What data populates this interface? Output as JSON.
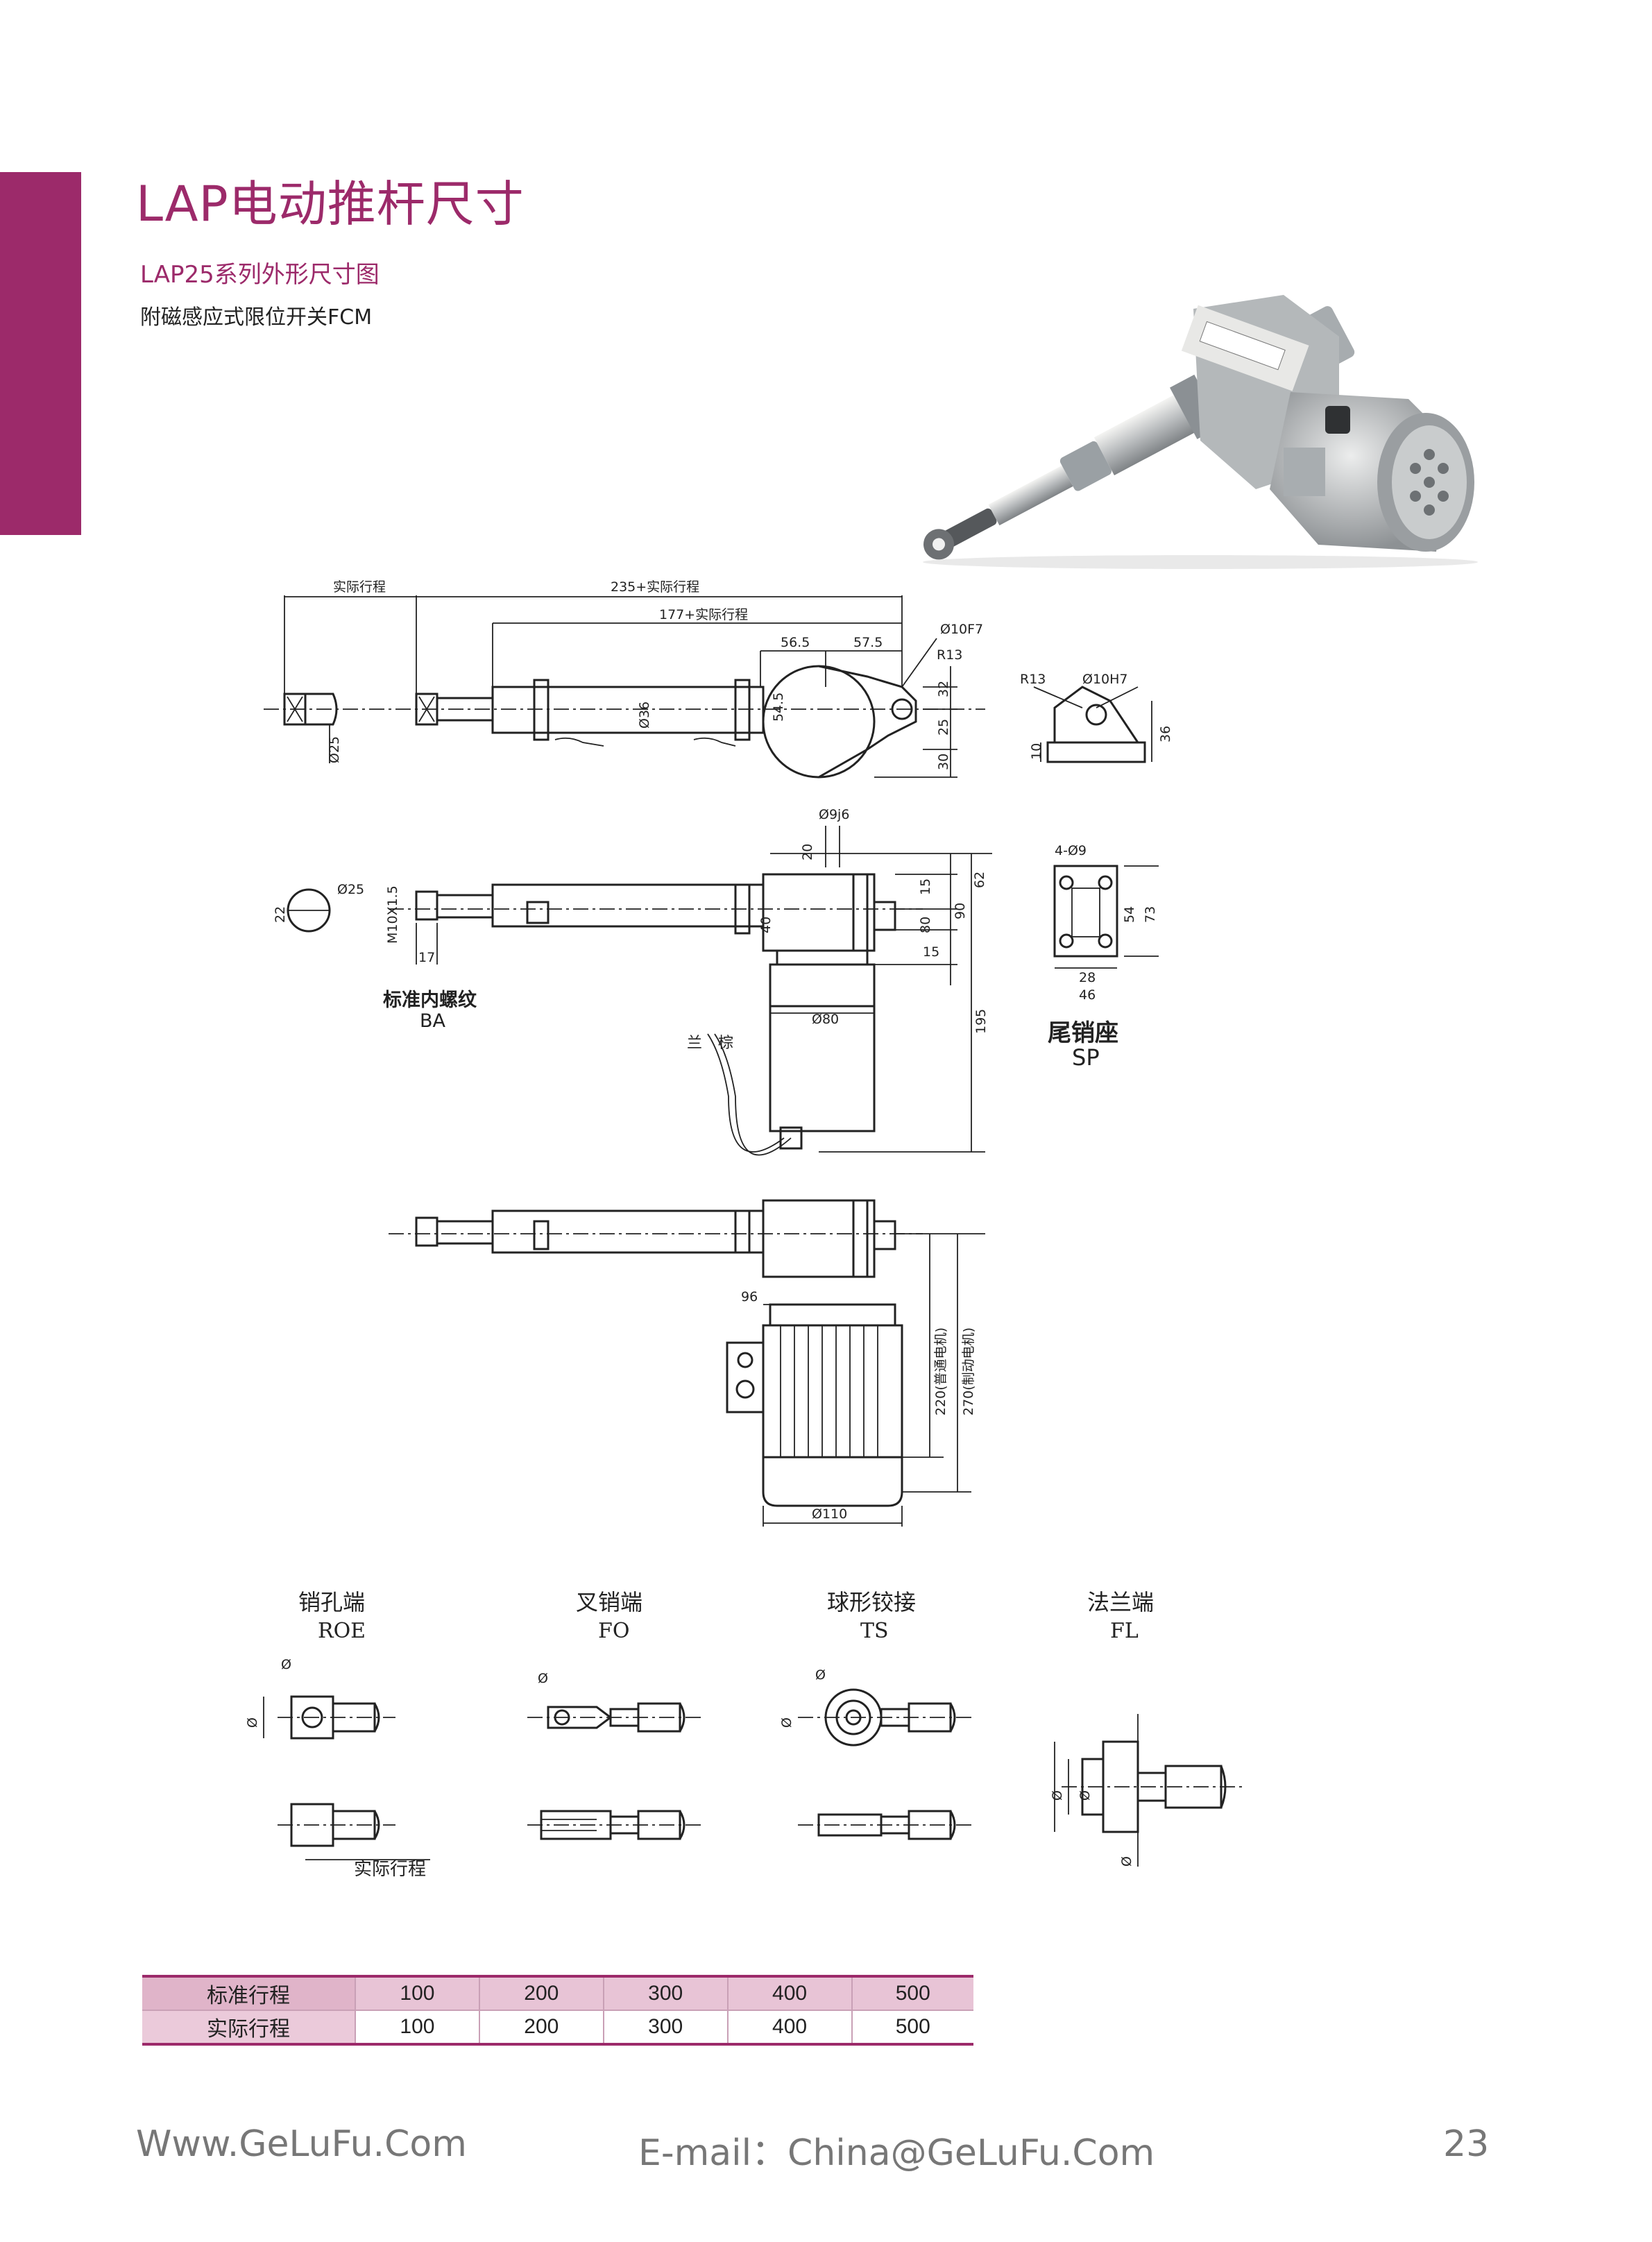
{
  "page": {
    "title": "LAP电动推杆尺寸",
    "subtitle": "LAP25系列外形尺寸图",
    "note": "附磁感应式限位开关FCM"
  },
  "drawing1": {
    "dims": {
      "stroke": "实际行程",
      "total": "235+实际行程",
      "body": "177+实际行程",
      "d1": "56.5",
      "d2": "57.5",
      "pin": "Ø10F7",
      "r": "R13",
      "v32": "32",
      "v25": "25",
      "v30": "30",
      "v545": "54.5",
      "dia36": "Ø36",
      "dia25": "Ø25"
    }
  },
  "drawing_sp_top": {
    "r": "R13",
    "pin": "Ø10H7",
    "v10": "10",
    "v36": "36"
  },
  "drawing2": {
    "dims": {
      "shaft": "Ø9j6",
      "v20": "20",
      "v15a": "15",
      "v80": "80",
      "v90": "90",
      "v62": "62",
      "v15b": "15",
      "v40": "40",
      "v195": "195",
      "dia80": "Ø80",
      "dia25": "Ø25",
      "v22": "22",
      "thread": "M10X1.5",
      "v17": "17",
      "wires": "兰",
      "wires2": "棕"
    },
    "ba_label": "标准内螺纹",
    "ba_code": "BA"
  },
  "drawing_sp": {
    "holes": "4-Ø9",
    "v54": "54",
    "v73": "73",
    "v28": "28",
    "v46": "46",
    "label": "尾销座",
    "code": "SP"
  },
  "drawing3": {
    "dims": {
      "v96": "96",
      "v220": "220(普通电机)",
      "v270": "270(制动电机)",
      "dia110": "Ø110"
    }
  },
  "ends": [
    {
      "name": "销孔端",
      "code": "ROE"
    },
    {
      "name": "叉销端",
      "code": "FO"
    },
    {
      "name": "球形铰接",
      "code": "TS"
    },
    {
      "name": "法兰端",
      "code": "FL"
    }
  ],
  "ends_dims": {
    "phi": "Ø",
    "stroke": "实际行程"
  },
  "table": {
    "rows": [
      {
        "label": "标准行程",
        "values": [
          "100",
          "200",
          "300",
          "400",
          "500"
        ]
      },
      {
        "label": "实际行程",
        "values": [
          "100",
          "200",
          "300",
          "400",
          "500"
        ]
      }
    ]
  },
  "footer": {
    "website": "Www.GeLuFu.Com",
    "email": "E-mail：China@GeLuFu.Com",
    "page_number": "23"
  },
  "colors": {
    "accent": "#9c2a6a",
    "table_head": "#e8c4d6"
  }
}
